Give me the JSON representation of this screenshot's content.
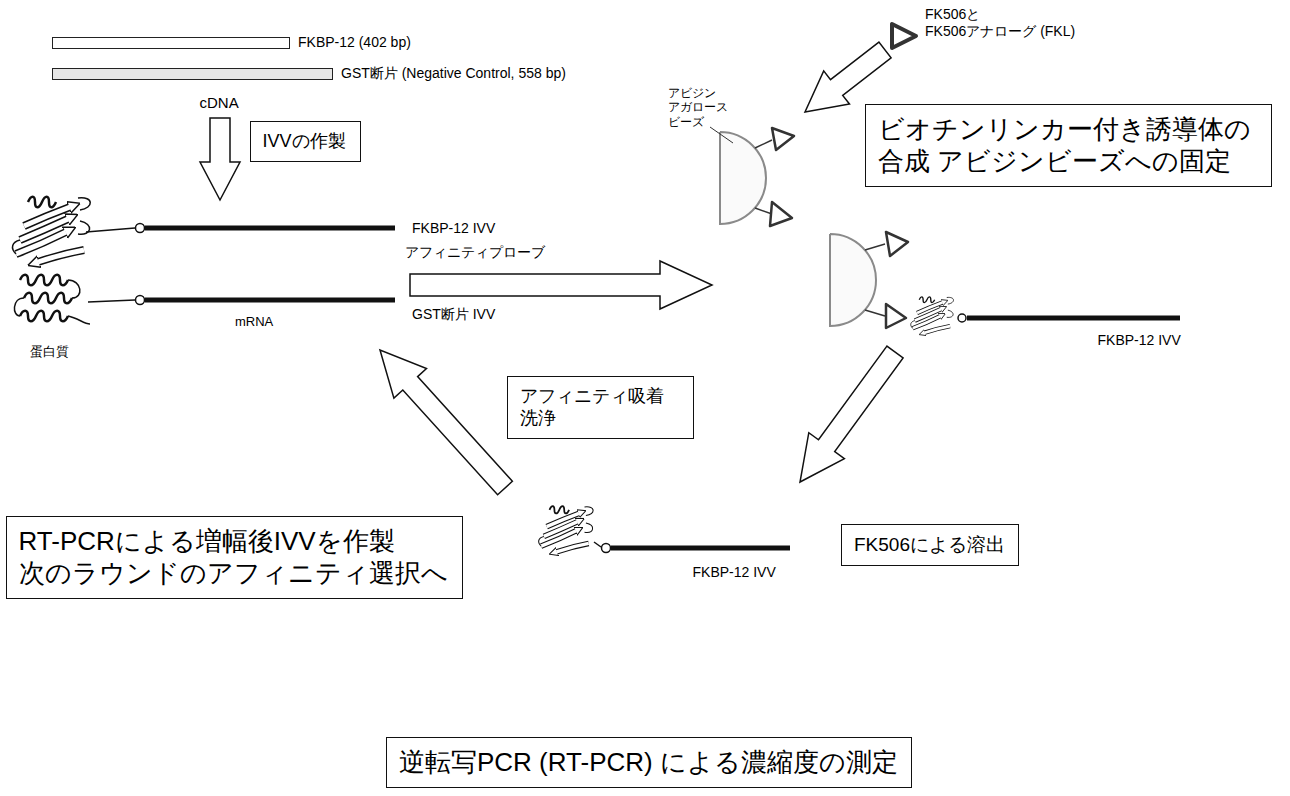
{
  "diagram": {
    "nodes": [
      {
        "text": [
          "FKBP-12 (402 bp)"
        ]
      },
      {
        "text": [
          "GST断片 (Negative Control, 558 bp)"
        ]
      },
      {
        "text": [
          "IVVの作製"
        ]
      },
      {
        "text": [
          "ビオチンリンカー付き誘導体の 合成 アビジンビーズへの固定"
        ]
      },
      {
        "text": [
          "アフィニティ吸着 洗浄"
        ]
      },
      {
        "text": [
          "FK506による溶出"
        ]
      },
      {
        "text": [
          "RT-PCRによる増幅後IVVを作製 次のラウンドのアフィニティ選択へ"
        ]
      },
      {
        "text": [
          "逆転写PCR (RT-PCR) による濃縮度の測定"
        ]
      }
    ],
    "labels": [
      "FK506と FK506アナローグ (FKL)",
      "cDNA",
      "アビジン アガロース ビーズ",
      "FKBP-12 IVV",
      "アフィニティプローブ",
      "GST断片 IVV",
      "mRNA",
      "FKBP-12 IVV",
      "蛋白質",
      "FKBP-12 IVV"
    ]
  }
}
